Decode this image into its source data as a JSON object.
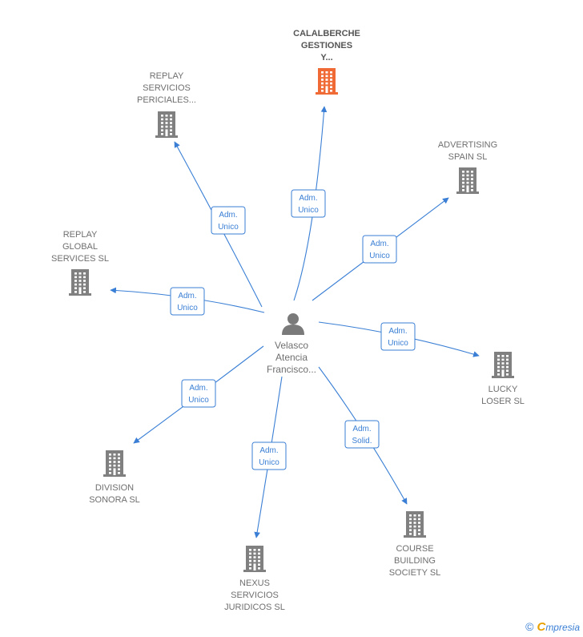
{
  "colors": {
    "edge": "#3a7fd5",
    "building": "#808080",
    "building_highlight": "#f06a35",
    "person": "#7a7a7a"
  },
  "center": {
    "name_lines": [
      "Velasco",
      "Atencia",
      "Francisco..."
    ],
    "icon": "person-icon"
  },
  "companies": [
    {
      "id": "calalberche",
      "name_lines": [
        "CALALBERCHE",
        "GESTIONES",
        "Y..."
      ],
      "highlight": true,
      "role_lines": [
        "Adm.",
        "Unico"
      ],
      "icon": "building-icon"
    },
    {
      "id": "replay-servicios",
      "name_lines": [
        "REPLAY",
        "SERVICIOS",
        "PERICIALES..."
      ],
      "highlight": false,
      "role_lines": [
        "Adm.",
        "Unico"
      ],
      "icon": "building-icon"
    },
    {
      "id": "advertising-spain",
      "name_lines": [
        "ADVERTISING",
        "SPAIN  SL"
      ],
      "highlight": false,
      "role_lines": [
        "Adm.",
        "Unico"
      ],
      "icon": "building-icon"
    },
    {
      "id": "replay-global",
      "name_lines": [
        "REPLAY",
        "GLOBAL",
        "SERVICES  SL"
      ],
      "highlight": false,
      "role_lines": [
        "Adm.",
        "Unico"
      ],
      "icon": "building-icon"
    },
    {
      "id": "lucky-loser",
      "name_lines": [
        "LUCKY",
        "LOSER  SL"
      ],
      "highlight": false,
      "role_lines": [
        "Adm.",
        "Unico"
      ],
      "icon": "building-icon"
    },
    {
      "id": "division-sonora",
      "name_lines": [
        "DIVISION",
        "SONORA  SL"
      ],
      "highlight": false,
      "role_lines": [
        "Adm.",
        "Unico"
      ],
      "icon": "building-icon"
    },
    {
      "id": "nexus-servicios",
      "name_lines": [
        "NEXUS",
        "SERVICIOS",
        "JURIDICOS SL"
      ],
      "highlight": false,
      "role_lines": [
        "Adm.",
        "Unico"
      ],
      "icon": "building-icon"
    },
    {
      "id": "course-building",
      "name_lines": [
        "COURSE",
        "BUILDING",
        "SOCIETY SL"
      ],
      "highlight": false,
      "role_lines": [
        "Adm.",
        "Solid."
      ],
      "icon": "building-icon"
    }
  ],
  "footer": {
    "copyright_symbol": "©",
    "brand_initial": "C",
    "brand_rest": "mpresia"
  }
}
